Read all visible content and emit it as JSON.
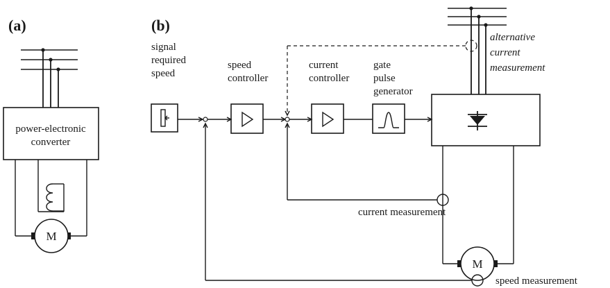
{
  "panel_a": {
    "tag": "(a)",
    "converter_line1": "power-electronic",
    "converter_line2": "converter",
    "motor_label": "M"
  },
  "panel_b": {
    "tag": "(b)",
    "signal_label": [
      "signal",
      "required",
      "speed"
    ],
    "speed_controller_label": [
      "speed",
      "controller"
    ],
    "current_controller_label": [
      "current",
      "controller"
    ],
    "gate_label": [
      "gate",
      "pulse",
      "generator"
    ],
    "alt_measurement_label": [
      "alternative",
      "current",
      "measurement"
    ],
    "current_measurement_label": "current measurement",
    "speed_measurement_label": "speed measurement",
    "motor_label": "M"
  }
}
